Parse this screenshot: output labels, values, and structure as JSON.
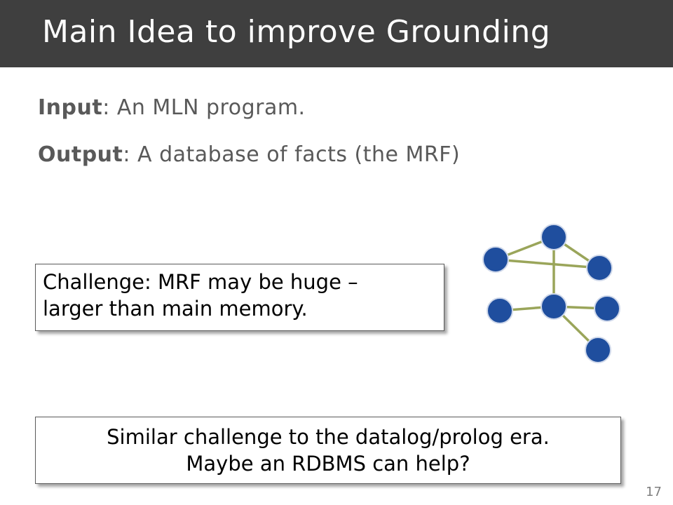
{
  "slide": {
    "title": "Main Idea to improve Grounding",
    "input": {
      "label": "Input",
      "separator": ":",
      "text": " An MLN program."
    },
    "output": {
      "label": "Output",
      "separator": ":",
      "text": " A database of facts (the MRF)"
    },
    "challenge_box": {
      "line1": "Challenge: MRF may be huge –",
      "line2": "larger than main memory."
    },
    "similar_box": {
      "line1": "Similar challenge to the datalog/prolog era.",
      "line2": "Maybe an RDBMS can help?"
    },
    "page_number": "17"
  },
  "graph": {
    "node_color": "#1f4e9e",
    "node_stroke": "#cfd8ea",
    "edge_color": "#9aa55a"
  }
}
